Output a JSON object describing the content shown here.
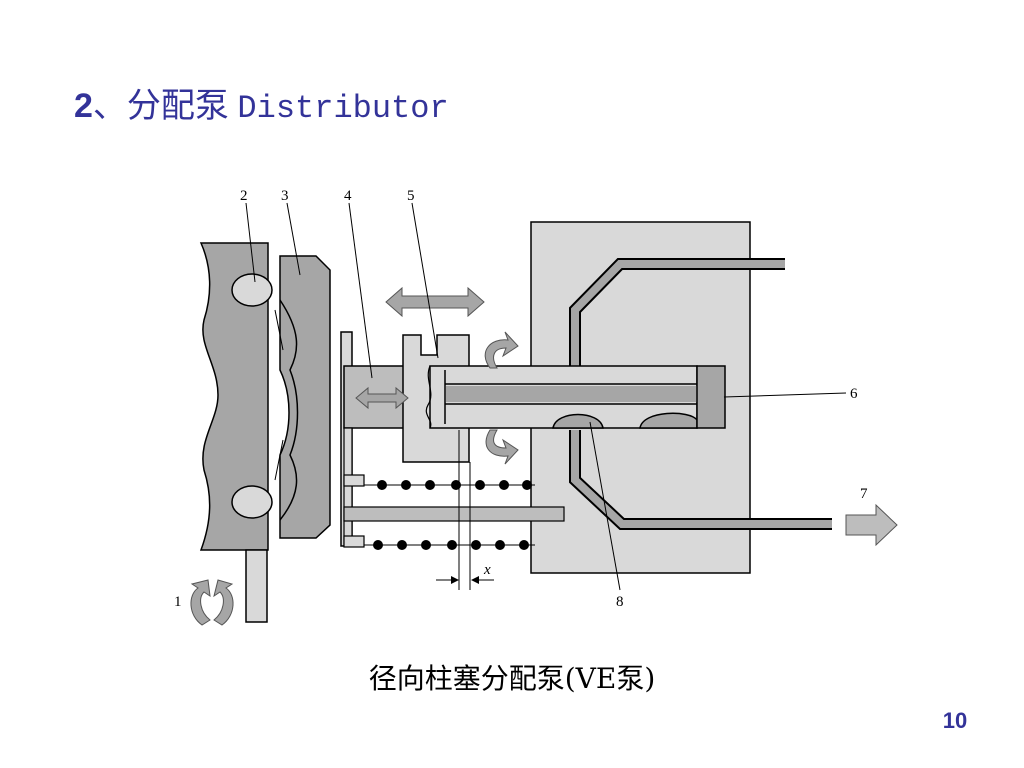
{
  "title": {
    "number": "2",
    "separator": "、",
    "chinese": "分配泵",
    "english": "Distributor"
  },
  "diagram": {
    "labels": {
      "n1": "1",
      "n2": "2",
      "n3": "3",
      "n4": "4",
      "n5": "5",
      "n6": "6",
      "n7": "7",
      "n8": "8",
      "x": "x"
    }
  },
  "caption": "径向柱塞分配泵(VE泵)",
  "page_number": "10",
  "colors": {
    "title": "#333399",
    "part_dark": "#a6a6a6",
    "part_light": "#c8c8c8",
    "housing": "#d9d9d9"
  }
}
